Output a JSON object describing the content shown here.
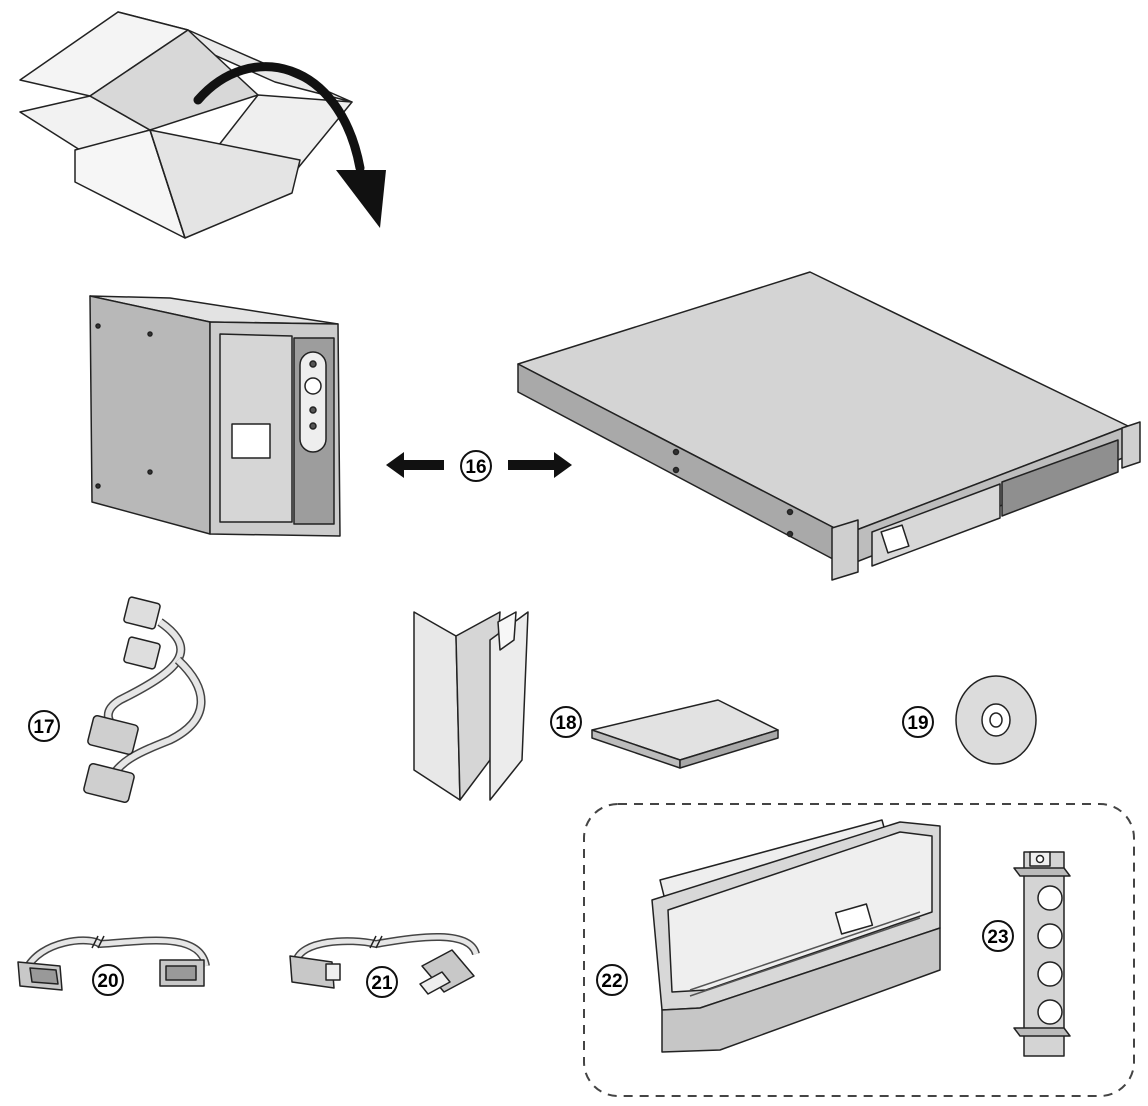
{
  "callouts": {
    "c16": "16",
    "c17": "17",
    "c18": "18",
    "c19": "19",
    "c20": "20",
    "c21": "21",
    "c22": "22",
    "c23": "23"
  },
  "colors": {
    "line": "#222222",
    "fill_light": "#eeeeee",
    "fill_mid": "#cfcfcf",
    "fill_dark": "#9a9a9a",
    "arrow": "#111111"
  }
}
